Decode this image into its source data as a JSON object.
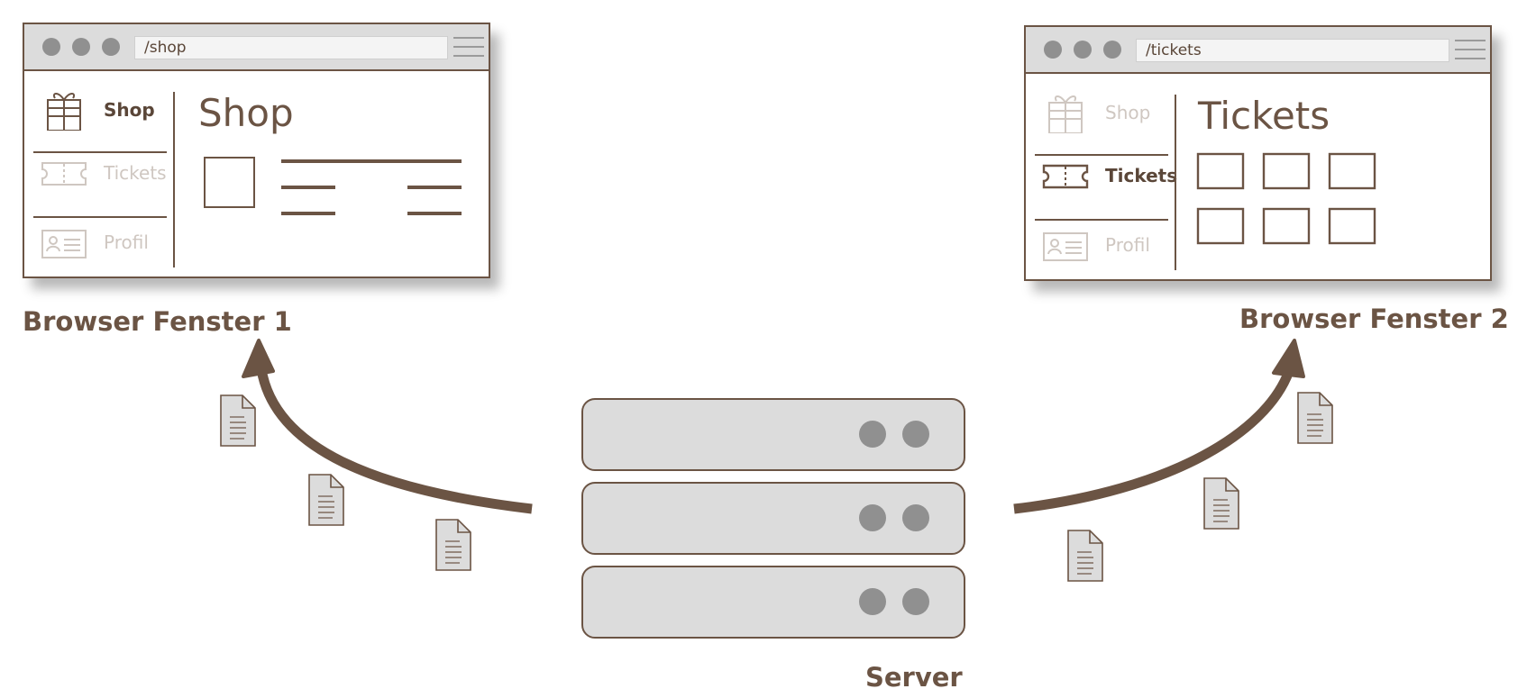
{
  "window1": {
    "url": "/shop",
    "heading": "Shop",
    "nav": [
      {
        "label": "Shop",
        "icon": "gift-icon",
        "active": true
      },
      {
        "label": "Tickets",
        "icon": "ticket-icon",
        "active": false
      },
      {
        "label": "Profil",
        "icon": "id-card-icon",
        "active": false
      }
    ],
    "caption": "Browser Fenster 1"
  },
  "window2": {
    "url": "/tickets",
    "heading": "Tickets",
    "nav": [
      {
        "label": "Shop",
        "icon": "gift-icon",
        "active": false
      },
      {
        "label": "Tickets",
        "icon": "ticket-icon",
        "active": true
      },
      {
        "label": "Profil",
        "icon": "id-card-icon",
        "active": false
      }
    ],
    "caption": "Browser Fenster 2"
  },
  "server": {
    "label": "Server",
    "units": 3
  },
  "colors": {
    "brown": "#6b5444",
    "grey": "#dcdcdc",
    "dot": "#909090"
  }
}
